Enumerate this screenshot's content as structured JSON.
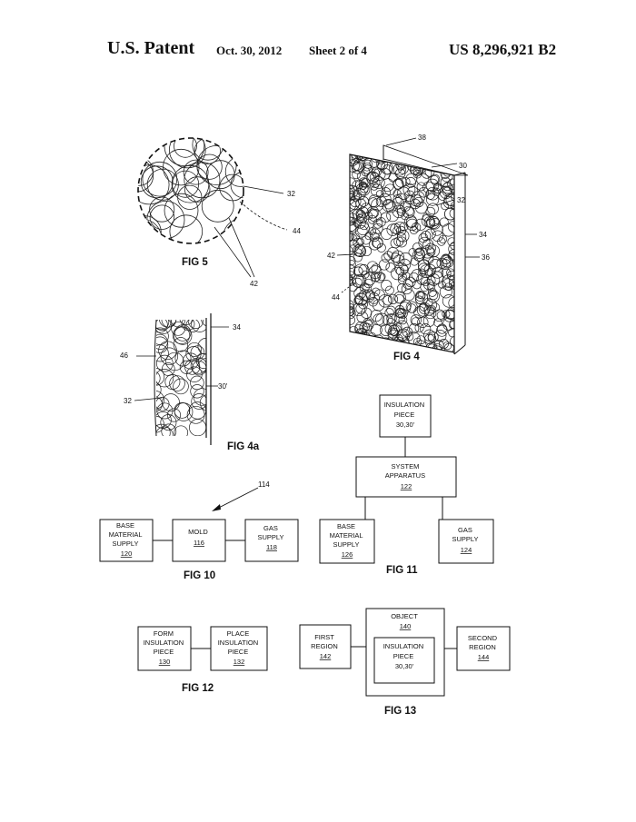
{
  "header": {
    "title": "U.S. Patent",
    "date": "Oct. 30, 2012",
    "sheet": "Sheet 2 of 4",
    "patent_number": "US 8,296,921 B2"
  },
  "fig5": {
    "caption": "FIG 5",
    "refs": [
      "32",
      "44",
      "42"
    ]
  },
  "fig4": {
    "caption": "FIG 4",
    "refs": [
      "38",
      "30",
      "32",
      "34",
      "36",
      "42",
      "44"
    ]
  },
  "fig4a": {
    "caption": "FIG 4a",
    "refs": [
      "34",
      "46",
      "32",
      "30'"
    ]
  },
  "fig10": {
    "caption": "FIG 10",
    "ref": "114",
    "boxes": [
      {
        "lines": [
          "BASE",
          "MATERIAL",
          "SUPPLY"
        ],
        "num": "120"
      },
      {
        "lines": [
          "MOLD"
        ],
        "num": "116"
      },
      {
        "lines": [
          "GAS",
          "SUPPLY"
        ],
        "num": "118"
      }
    ]
  },
  "fig11": {
    "caption": "FIG 11",
    "boxes": [
      {
        "lines": [
          "INSULATION",
          "PIECE",
          "30,30'"
        ],
        "num": ""
      },
      {
        "lines": [
          "SYSTEM",
          "APPARATUS"
        ],
        "num": "122"
      },
      {
        "lines": [
          "BASE",
          "MATERIAL",
          "SUPPLY"
        ],
        "num": "126"
      },
      {
        "lines": [
          "GAS",
          "SUPPLY"
        ],
        "num": "124"
      }
    ]
  },
  "fig12": {
    "caption": "FIG 12",
    "boxes": [
      {
        "lines": [
          "FORM",
          "INSULATION",
          "PIECE"
        ],
        "num": "130"
      },
      {
        "lines": [
          "PLACE",
          "INSULATION",
          "PIECE"
        ],
        "num": "132"
      }
    ]
  },
  "fig13": {
    "caption": "FIG 13",
    "boxes": [
      {
        "lines": [
          "OBJECT"
        ],
        "num": "140"
      },
      {
        "lines": [
          "INSULATION",
          "PIECE",
          "30,30'"
        ],
        "num": ""
      },
      {
        "lines": [
          "FIRST",
          "REGION"
        ],
        "num": "142"
      },
      {
        "lines": [
          "SECOND",
          "REGION"
        ],
        "num": "144"
      }
    ]
  }
}
